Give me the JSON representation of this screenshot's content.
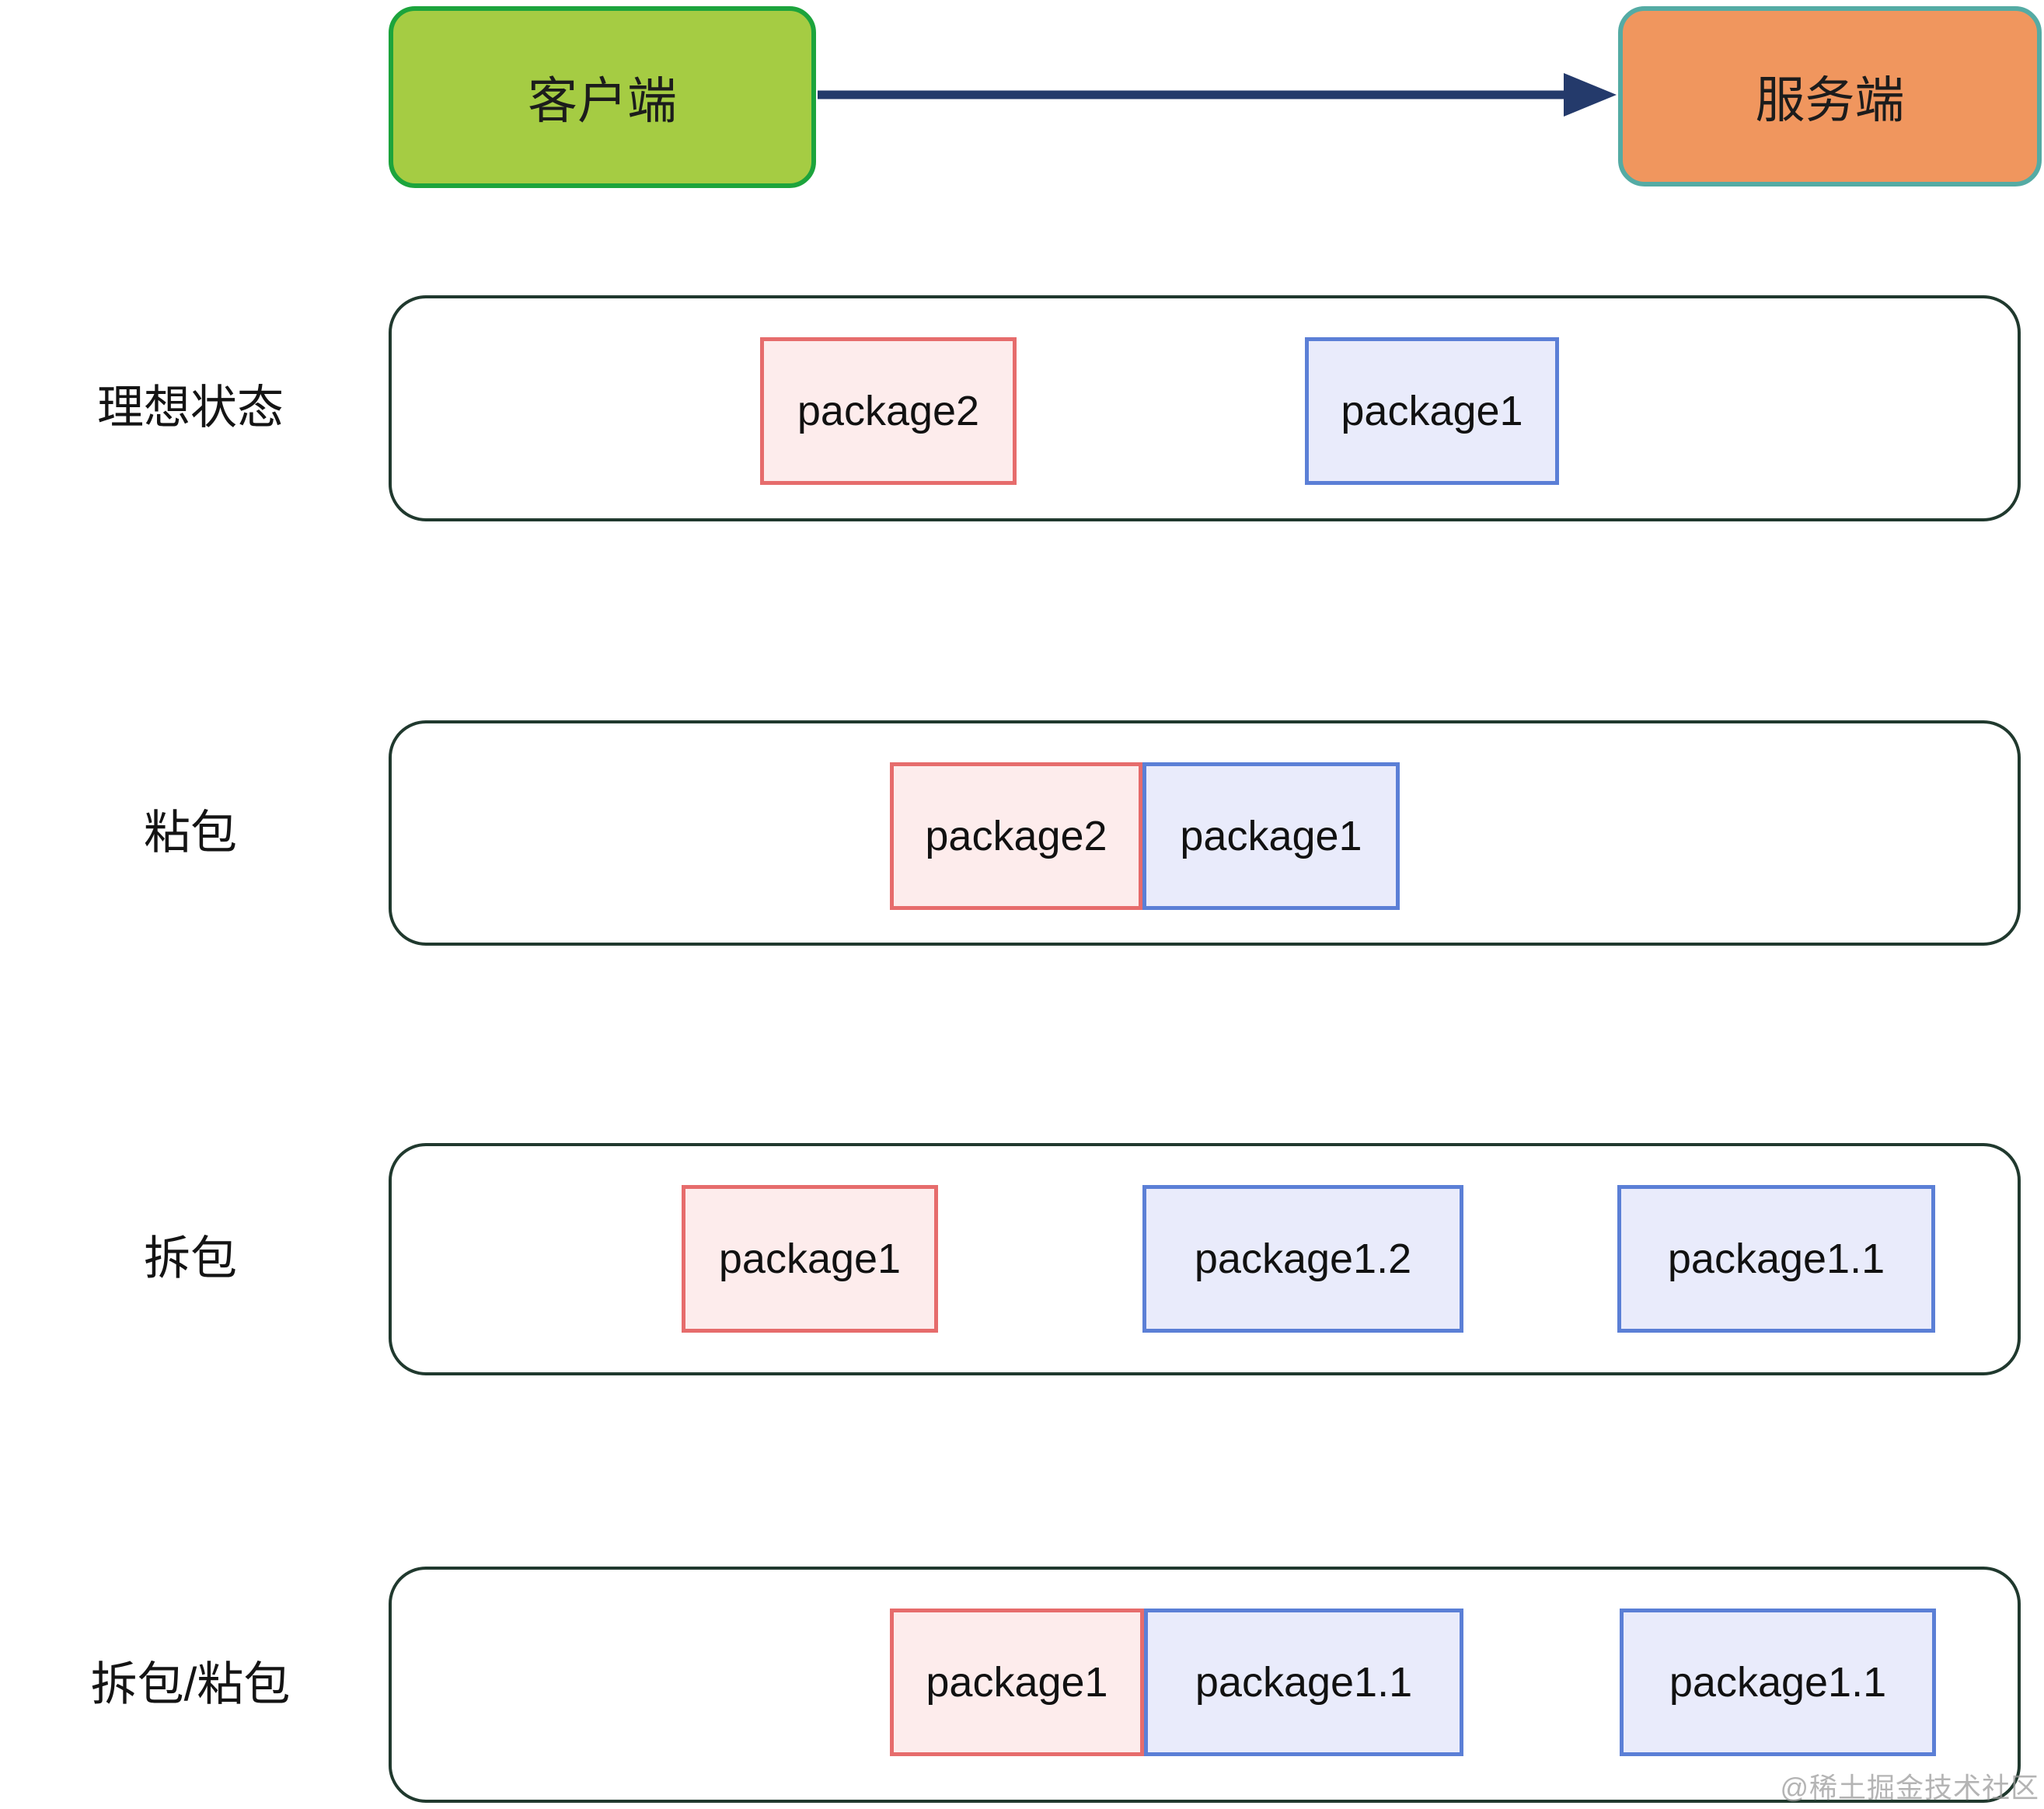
{
  "top": {
    "client_label": "客户端",
    "server_label": "服务端"
  },
  "rows": [
    {
      "label": "理想状态",
      "packages": [
        {
          "label": "package2",
          "type": "pink"
        },
        {
          "label": "package1",
          "type": "blue"
        }
      ]
    },
    {
      "label": "粘包",
      "packages": [
        {
          "label": "package2",
          "type": "pink"
        },
        {
          "label": "package1",
          "type": "blue"
        }
      ]
    },
    {
      "label": "拆包",
      "packages": [
        {
          "label": "package1",
          "type": "pink"
        },
        {
          "label": "package1.2",
          "type": "blue"
        },
        {
          "label": "package1.1",
          "type": "blue"
        }
      ]
    },
    {
      "label": "拆包/粘包",
      "packages": [
        {
          "label": "package1",
          "type": "pink"
        },
        {
          "label": "package1.1",
          "type": "blue"
        },
        {
          "label": "package1.1",
          "type": "blue"
        }
      ]
    }
  ],
  "watermark": "@稀土掘金技术社区",
  "colors": {
    "client_fill": "#a5cc43",
    "client_border": "#1ca43c",
    "server_fill": "#f0965e",
    "server_border": "#54aba4",
    "arrow": "#243a6b",
    "container_border": "#20392e",
    "pink_fill": "#fdecec",
    "pink_border": "#e66c6c",
    "blue_fill": "#e9ebfb",
    "blue_border": "#5b7fd6",
    "text": "#111111",
    "watermark": "#9b9b9b"
  }
}
